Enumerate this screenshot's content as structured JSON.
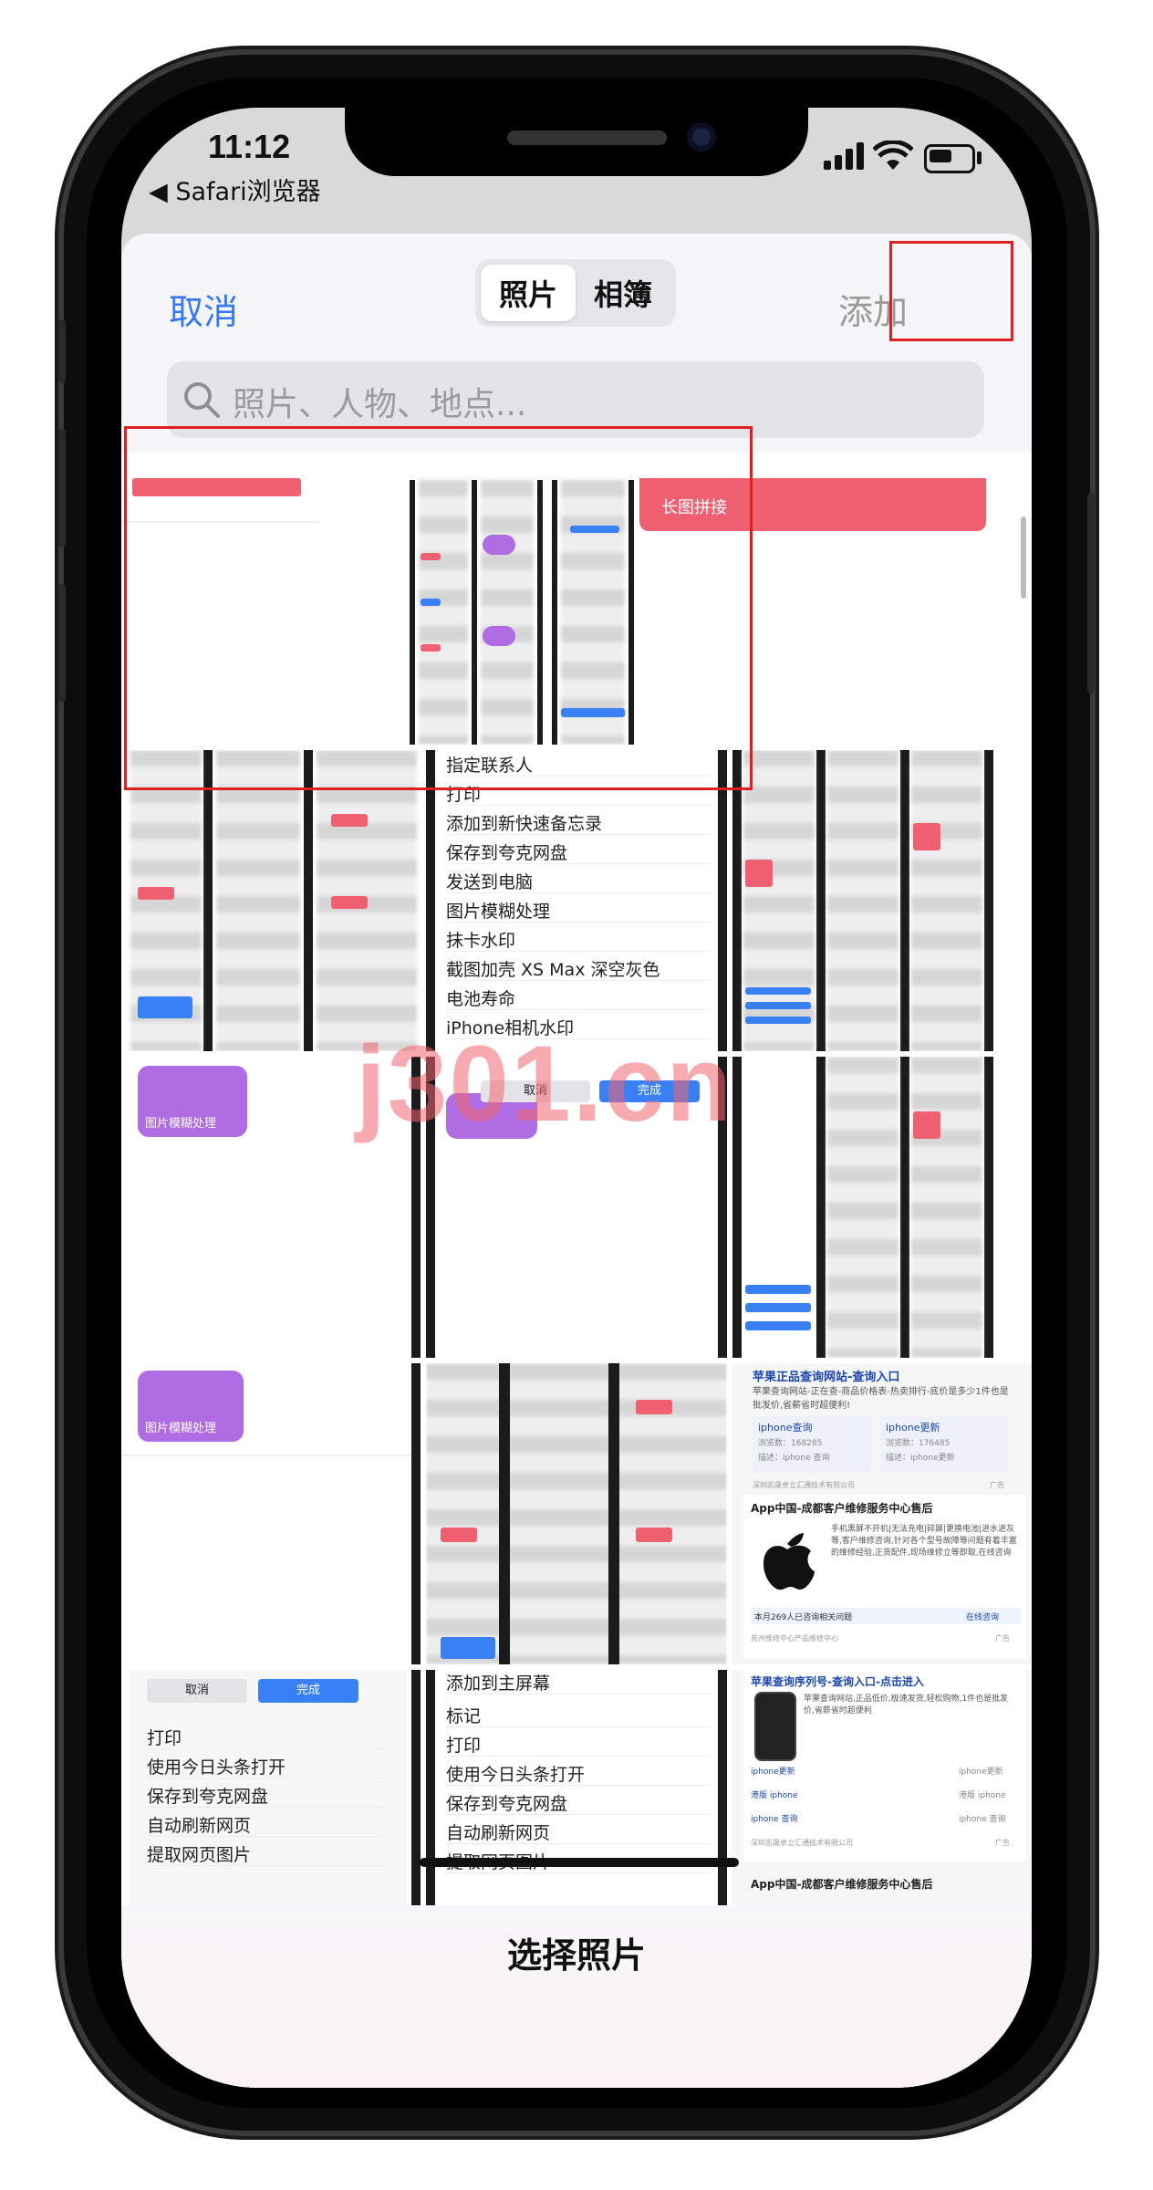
{
  "status_bar": {
    "time": "11:12",
    "back_app": "◀ Safari浏览器"
  },
  "picker": {
    "cancel_label": "取消",
    "tabs": [
      {
        "label": "照片",
        "selected": true
      },
      {
        "label": "相簿",
        "selected": false
      }
    ],
    "add_label": "添加",
    "search_placeholder": "照片、人物、地点...",
    "search_icon": "search-icon"
  },
  "thumbnails": {
    "banner_label": "长图拼接",
    "purple_card_label": "图片模糊处理",
    "menu_a": [
      "指定联系人",
      "打印",
      "添加到新快速备忘录",
      "保存到夸克网盘",
      "发送到电脑",
      "图片模糊处理",
      "抹卡水印",
      "截图加壳 XS Max 深空灰色",
      "电池寿命",
      "iPhone相机水印"
    ],
    "menu_a_buttons": [
      "取消",
      "完成"
    ],
    "menu_b_buttons": [
      "取消",
      "完成"
    ],
    "menu_b": [
      "打印",
      "使用今日头条打开",
      "保存到夸克网盘",
      "自动刷新网页",
      "提取网页图片"
    ],
    "menu_c": [
      "添加到主屏幕",
      "标记",
      "打印",
      "使用今日头条打开",
      "保存到夸克网盘",
      "自动刷新网页",
      "提取网页图片"
    ],
    "ad1": {
      "title": "苹果正品查询网站-查询入口",
      "desc": "苹果查询网站-正在查-商品价格表-热卖排行-底价是多少1件也是批发价,省薪省时超便利!",
      "col1_title": "iphone查询",
      "col1_views": "浏览数：168285",
      "col1_desc": "描述：iphone 查询",
      "col2_title": "iphone更新",
      "col2_views": "浏览数：176485",
      "col2_desc": "描述：iphone更新",
      "source": "深圳凯晟卓立汇通技术有限公司",
      "ad_tag": "广告"
    },
    "ad2": {
      "title": "App中国-成都客户维修服务中心售后",
      "desc": "手机黑屏不开机|无法充电|碎屏|更换电池|进水进灰等,客户维修咨询,针对各个型号故障等问题有着丰富的维修经验,正货配件,现场维修立等即取,在线咨询",
      "count": "本月269人已咨询相关问题",
      "consult": "在线咨询",
      "source": "苏州维修中心产品维修中心",
      "ad_tag": "广告"
    },
    "ad3": {
      "title": "苹果查询序列号-查询入口-点击进入",
      "desc": "苹果查询网站,正品低价,极速发货,轻松购物,1件也是批发价,省薪省时超便利",
      "rows": [
        [
          "iphone更新",
          "iphone更新"
        ],
        [
          "港版 iphone",
          "港版 iphone"
        ],
        [
          "iphone 查询",
          "iphone 查询"
        ]
      ],
      "source": "深圳凯晟卓立汇通技术有限公司",
      "ad_tag": "广告",
      "footer": "App中国-成都客户维修服务中心售后"
    }
  },
  "bottom": {
    "title": "选择照片"
  },
  "watermark": "j301.cn",
  "colors": {
    "accent": "#3478f6",
    "highlight": "#e02020",
    "purple": "#b06de3",
    "pink": "#f06070"
  }
}
